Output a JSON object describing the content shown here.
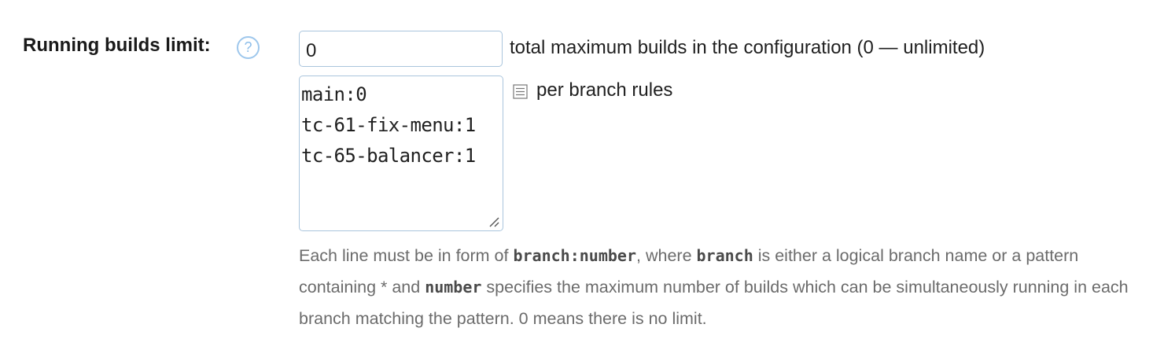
{
  "field": {
    "label": "Running builds limit:",
    "help_icon": "question-circle-icon",
    "help_glyph": "?"
  },
  "limit_input": {
    "value": "0",
    "suffix": "total maximum builds in the configuration (0 — unlimited)"
  },
  "branch_rules": {
    "lines": [
      "main:0",
      "tc-61-fix-menu:1",
      "tc-65-balancer:1"
    ],
    "link_icon": "list-icon",
    "link_label": "per branch rules"
  },
  "help": {
    "part1": "Each line must be in form of ",
    "code1": "branch:number",
    "part2": ", where ",
    "code2": "branch",
    "part3": " is either a logical branch name or a pattern containing * and ",
    "code3": "number",
    "part4": " specifies the maximum number of builds which can be simultaneously running in each branch matching the pattern. 0 means there is no limit."
  },
  "colors": {
    "input_border": "#aac5dd",
    "help_icon": "#8cbde9",
    "help_text": "#6b6b6b"
  }
}
